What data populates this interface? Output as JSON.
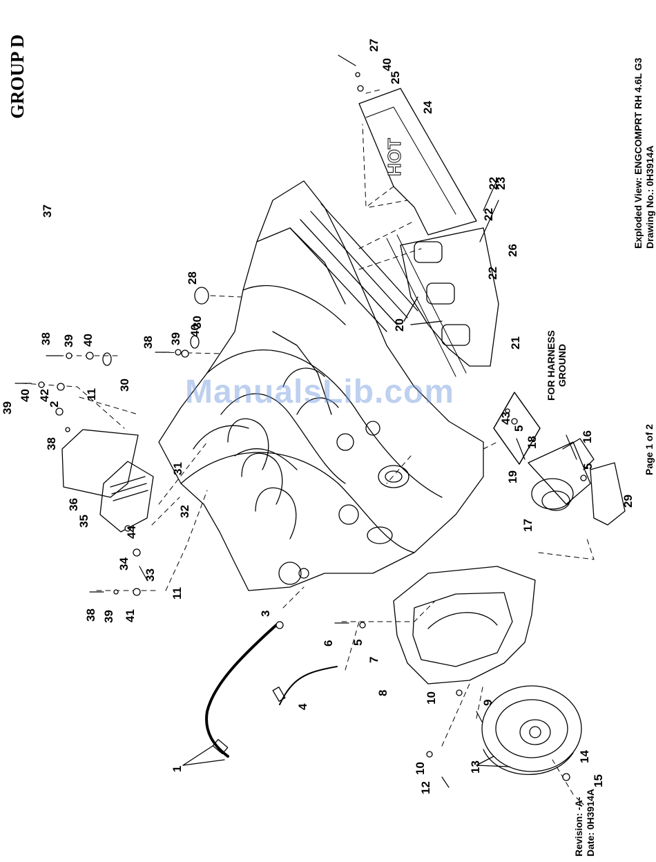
{
  "header": {
    "group_title": "GROUP D",
    "view_line": "Exploded View: ENGCOMPRT RH 4.6L G3",
    "drawing_line": "Drawing No.: 0H3914A",
    "page_label": "Page 1 of 2",
    "revision_line": "Revision: -A-",
    "date_line": "Date: 0H3914A"
  },
  "watermark": "ManualsLib.com",
  "ground_note": {
    "line1": "FOR HARNESS",
    "line2": "GROUND"
  },
  "diagram": {
    "part_hot_label": "HOT",
    "callouts": [
      "1",
      "2",
      "3",
      "4",
      "5",
      "5",
      "5",
      "6",
      "7",
      "8",
      "9",
      "10",
      "10",
      "11",
      "11",
      "12",
      "13",
      "14",
      "15",
      "16",
      "17",
      "18",
      "19",
      "20",
      "21",
      "22",
      "22",
      "22",
      "23",
      "24",
      "25",
      "26",
      "27",
      "28",
      "29",
      "30",
      "30",
      "31",
      "32",
      "33",
      "34",
      "35",
      "36",
      "37",
      "38",
      "38",
      "38",
      "38",
      "39",
      "39",
      "39",
      "39",
      "40",
      "40",
      "40",
      "40",
      "41",
      "42",
      "43",
      "44"
    ]
  }
}
